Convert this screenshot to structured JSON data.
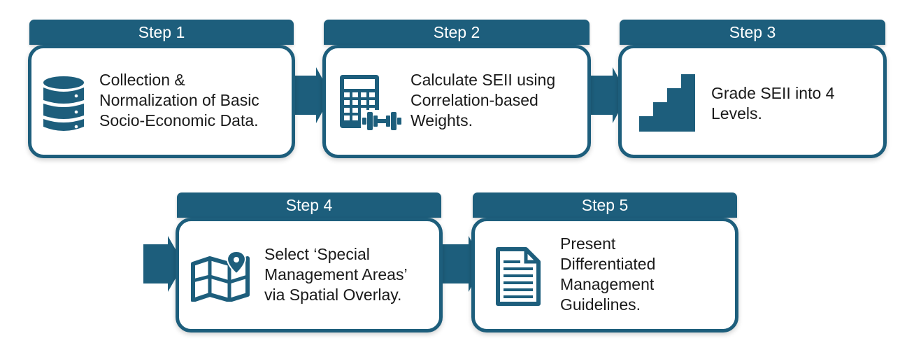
{
  "colors": {
    "accent": "#1d5e7c",
    "text": "#1a1a1a",
    "background": "#ffffff"
  },
  "steps": [
    {
      "tab": "Step 1",
      "icon": "database-icon",
      "lines": [
        "Collection &",
        "Normalization of Basic",
        "Socio-Economic Data."
      ]
    },
    {
      "tab": "Step 2",
      "icon": "calculator-dumbbell-icon",
      "lines": [
        "Calculate SEII using",
        "Correlation-based",
        "Weights."
      ]
    },
    {
      "tab": "Step 3",
      "icon": "stairs-icon",
      "lines": [
        "Grade SEII into 4",
        "Levels."
      ]
    },
    {
      "tab": "Step 4",
      "icon": "map-pin-icon",
      "lines": [
        "Select ‘Special",
        "Management Areas’",
        "via Spatial Overlay."
      ]
    },
    {
      "tab": "Step 5",
      "icon": "document-icon",
      "lines": [
        "Present",
        "Differentiated",
        "Management",
        "Guidelines."
      ]
    }
  ]
}
